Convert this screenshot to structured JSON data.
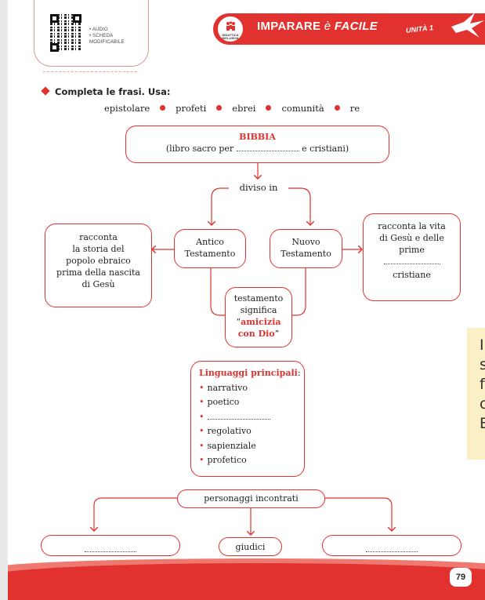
{
  "header": {
    "qr_labels": [
      "• AUDIO",
      "• SCHEDA",
      "MODIFICABILE"
    ],
    "badge_text": [
      "DIDATTICA",
      "INCLUSIVA"
    ],
    "banner_title_a": "IMPARARE ",
    "banner_title_e": "è",
    "banner_title_b": " FACILE",
    "unit_label": "UNITÀ 1"
  },
  "exercise": {
    "instruction": "Completa le frasi. Usa:",
    "words": [
      "epistolare",
      "profeti",
      "ebrei",
      "comunità",
      "re"
    ]
  },
  "bible": {
    "title": "BIBBIA",
    "sub_a": "(libro sacro per",
    "sub_b": "e cristiani)",
    "split_label": "diviso in"
  },
  "old_testament": {
    "label_1": "Antico",
    "label_2": "Testamento",
    "desc": [
      "racconta",
      "la storia del",
      "popolo ebraico",
      "prima della nascita",
      "di Gesù"
    ]
  },
  "new_testament": {
    "label_1": "Nuovo",
    "label_2": "Testamento",
    "desc": [
      "racconta la vita",
      "di Gesù e delle",
      "prime"
    ],
    "desc_end": "cristiane"
  },
  "testament_meaning": {
    "line1": "testamento",
    "line2": "significa",
    "q_open": "“",
    "hl1": "amicizia",
    "hl2": "con Dio",
    "q_close": "”"
  },
  "languages": {
    "title": "Linguaggi principali",
    "colon": ":",
    "items": [
      "narrativo",
      "poetico",
      "",
      "regolativo",
      "sapienziale",
      "profetico"
    ]
  },
  "characters": {
    "title": "personaggi incontrati",
    "middle": "giudici"
  },
  "side_note": {
    "lines": [
      "I",
      "s",
      "f",
      "c",
      "E"
    ]
  },
  "footer": {
    "page_number": "79"
  },
  "colors": {
    "accent": "#e2322f",
    "note_bg": "#fbefc5"
  }
}
